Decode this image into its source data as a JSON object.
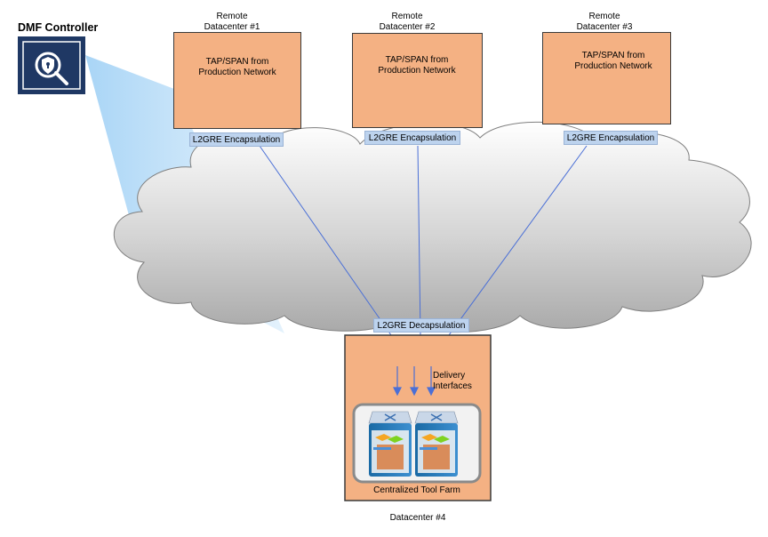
{
  "controller": {
    "title": "DMF Controller",
    "icon": "shield-magnifier-icon"
  },
  "remote_datacenters": [
    {
      "name_line1": "Remote",
      "name_line2": "Datacenter #1",
      "tap_line1": "TAP/SPAN from",
      "tap_line2": "Production Network",
      "encap_label": "L2GRE Encapsulation"
    },
    {
      "name_line1": "Remote",
      "name_line2": "Datacenter #2",
      "tap_line1": "TAP/SPAN from",
      "tap_line2": "Production Network",
      "encap_label": "L2GRE Encapsulation"
    },
    {
      "name_line1": "Remote",
      "name_line2": "Datacenter #3",
      "tap_line1": "TAP/SPAN from",
      "tap_line2": "Production Network",
      "encap_label": "L2GRE Encapsulation"
    }
  ],
  "central": {
    "decap_label": "L2GRE Decapsulation",
    "delivery_line1": "Delivery",
    "delivery_line2": "Interfaces",
    "tool_farm_label": "Centralized Tool Farm",
    "datacenter_label": "Datacenter #4"
  },
  "colors": {
    "datacenter_fill": "#f4b183",
    "encap_fill": "#bdd3ee",
    "link_line": "#4a6fd6",
    "controller_fill": "#1f3864"
  }
}
